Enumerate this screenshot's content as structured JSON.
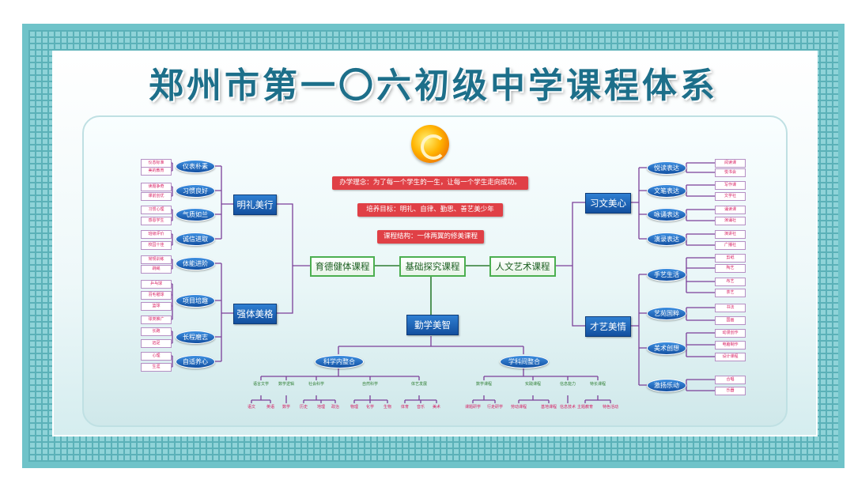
{
  "title": "郑州市第一〇六初级中学课程体系",
  "banners": [
    "办学理念：为了每一个学生的一生，让每一个学生走向成功。",
    "培养目标：明礼、自律、勤思、善艺美少年",
    "课程结构：一体两翼的修美课程"
  ],
  "core": [
    "育德健体课程",
    "基础探究课程",
    "人文艺术课程"
  ],
  "qinxue": "勤学美智",
  "left": {
    "groups": [
      {
        "name": "明礼美行",
        "items": [
          {
            "label": "仪表朴素",
            "leaves": [
              "仪态标准",
              "美的教育"
            ]
          },
          {
            "label": "习惯良好",
            "leaves": [
              "读题争奇",
              "课前创优"
            ]
          },
          {
            "label": "气质如兰",
            "leaves": [
              "习惯心理",
              "感恩学生"
            ]
          },
          {
            "label": "诚信进取",
            "leaves": [
              "班级评价",
              "校园十佳"
            ]
          }
        ]
      },
      {
        "name": "强体美格",
        "items": [
          {
            "label": "体能进阶",
            "leaves": [
              "常规训练",
              "跳绳"
            ]
          },
          {
            "label": "项目培趣",
            "leaves": [
              "乒乓球",
              "羽毛毽球",
              "篮球",
              "球类推广"
            ]
          },
          {
            "label": "长程磨志",
            "leaves": [
              "长跑",
              "远足"
            ]
          },
          {
            "label": "自适养心",
            "leaves": [
              "心理",
              "生涯"
            ]
          }
        ]
      }
    ]
  },
  "right": {
    "groups": [
      {
        "name": "习文美心",
        "items": [
          {
            "label": "悦读表达",
            "leaves": [
              "阅读课",
              "悦书会"
            ]
          },
          {
            "label": "文笔表达",
            "leaves": [
              "写作课",
              "文学社"
            ]
          },
          {
            "label": "咏诵表达",
            "leaves": [
              "诵读课",
              "演诵社"
            ]
          },
          {
            "label": "演录表达",
            "leaves": [
              "演讲社",
              "广播社"
            ]
          }
        ]
      },
      {
        "name": "才艺美情",
        "items": [
          {
            "label": "手艺生活",
            "leaves": [
              "剪纸",
              "陶艺",
              "布艺",
              "茶艺"
            ]
          },
          {
            "label": "艺苑国粹",
            "leaves": [
              "书法",
              "国画"
            ]
          },
          {
            "label": "美术创想",
            "leaves": [
              "动漫创作",
              "电脑制作",
              "设计课程"
            ]
          },
          {
            "label": "激扬乐动",
            "leaves": [
              "合唱",
              "乐器"
            ]
          }
        ]
      }
    ]
  },
  "bottom": {
    "nodes": [
      "科学内整合",
      "学科间整合"
    ],
    "left_subs": [
      {
        "label": "语言文学",
        "leaves": [
          "语文",
          "英语"
        ]
      },
      {
        "label": "数学逻辑",
        "leaves": [
          "数学"
        ]
      },
      {
        "label": "社会科学",
        "leaves": [
          "历史",
          "地理",
          "政治"
        ]
      },
      {
        "label": "自然科学",
        "leaves": [
          "物理",
          "化学",
          "生物"
        ]
      },
      {
        "label": "体艺发展",
        "leaves": [
          "体育",
          "音乐",
          "美术"
        ]
      }
    ],
    "right_subs": [
      {
        "label": "数学课程",
        "leaves": [
          "课题研学",
          "行走研学"
        ]
      },
      {
        "label": "实践课程",
        "leaves": [
          "劳动课程",
          "基地课程"
        ]
      },
      {
        "label": "信息能力",
        "leaves": [
          "信息技术"
        ]
      },
      {
        "label": "特长课程",
        "leaves": [
          "主题教育",
          "特色活动"
        ]
      }
    ]
  },
  "colors": {
    "blue": "#1452a3",
    "green": "#4caf50",
    "red": "#e04046",
    "purple": "#7b3f99",
    "leafText": "#d81b60",
    "frame": "#6fc3c9"
  }
}
